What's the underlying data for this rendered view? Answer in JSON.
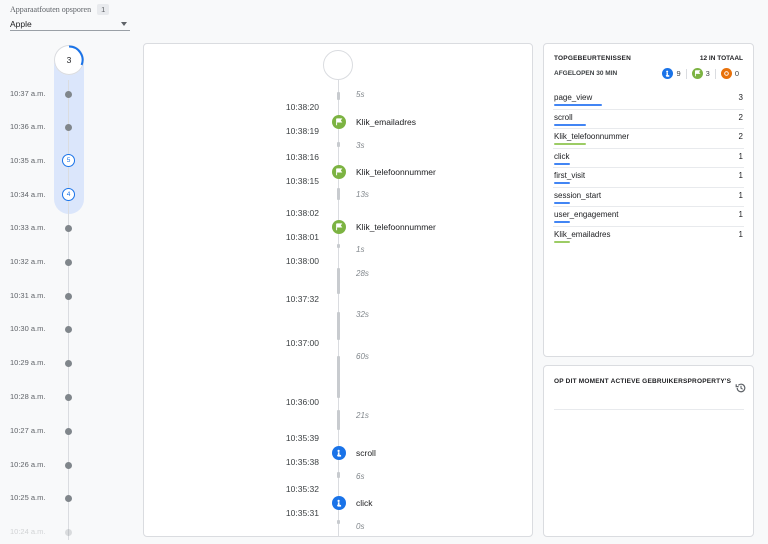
{
  "header": {
    "title": "Apparaatfouten opsporen",
    "badge": "1",
    "device": "Apple"
  },
  "minutes": {
    "top_count": "3",
    "rows": [
      {
        "time": "10:37 a.m.",
        "count": ""
      },
      {
        "time": "10:36 a.m.",
        "count": ""
      },
      {
        "time": "10:35 a.m.",
        "count": "5"
      },
      {
        "time": "10:34 a.m.",
        "count": "4"
      },
      {
        "time": "10:33 a.m.",
        "count": ""
      },
      {
        "time": "10:32 a.m.",
        "count": ""
      },
      {
        "time": "10:31 a.m.",
        "count": ""
      },
      {
        "time": "10:30 a.m.",
        "count": ""
      },
      {
        "time": "10:29 a.m.",
        "count": ""
      },
      {
        "time": "10:28 a.m.",
        "count": ""
      },
      {
        "time": "10:27 a.m.",
        "count": ""
      },
      {
        "time": "10:26 a.m.",
        "count": ""
      },
      {
        "time": "10:25 a.m.",
        "count": ""
      },
      {
        "time": "10:24 a.m.",
        "count": ""
      }
    ]
  },
  "events": {
    "gaps": [
      "5s",
      "3s",
      "13s",
      "1s",
      "28s",
      "32s",
      "60s",
      "21s",
      "6s",
      "0s"
    ],
    "times": [
      "10:38:20",
      "10:38:19",
      "10:38:16",
      "10:38:15",
      "10:38:02",
      "10:38:01",
      "10:38:00",
      "10:37:32",
      "10:37:00",
      "10:36:00",
      "10:35:39",
      "10:35:38",
      "10:35:32",
      "10:35:31"
    ],
    "items": [
      {
        "name": "Klik_emailadres",
        "icon": "flag-icon",
        "color": "#7cb342"
      },
      {
        "name": "Klik_telefoonnummer",
        "icon": "flag-icon",
        "color": "#7cb342"
      },
      {
        "name": "Klik_telefoonnummer",
        "icon": "flag-icon",
        "color": "#7cb342"
      },
      {
        "name": "scroll",
        "icon": "touch-icon",
        "color": "#1a73e8"
      },
      {
        "name": "click",
        "icon": "touch-icon",
        "color": "#1a73e8"
      }
    ]
  },
  "top_events": {
    "title": "TOPGEBEURTENISSEN",
    "total": "12 IN TOTAAL",
    "period": "AFGELOPEN 30 MIN",
    "counts": [
      {
        "icon": "touch-icon",
        "color": "#1a73e8",
        "value": "9"
      },
      {
        "icon": "flag-icon",
        "color": "#7cb342",
        "value": "3"
      },
      {
        "icon": "error-icon",
        "color": "#e8710a",
        "value": "0"
      }
    ],
    "rows": [
      {
        "name": "page_view",
        "count": "3",
        "color": "#4285f4"
      },
      {
        "name": "scroll",
        "count": "2",
        "color": "#4285f4"
      },
      {
        "name": "Klik_telefoonnummer",
        "count": "2",
        "color": "#9ccc65"
      },
      {
        "name": "click",
        "count": "1",
        "color": "#4285f4"
      },
      {
        "name": "first_visit",
        "count": "1",
        "color": "#4285f4"
      },
      {
        "name": "session_start",
        "count": "1",
        "color": "#4285f4"
      },
      {
        "name": "user_engagement",
        "count": "1",
        "color": "#4285f4"
      },
      {
        "name": "Klik_emailadres",
        "count": "1",
        "color": "#9ccc65"
      }
    ]
  },
  "user_properties": {
    "title": "OP DIT MOMENT ACTIEVE GEBRUIKERSPROPERTY'S"
  }
}
